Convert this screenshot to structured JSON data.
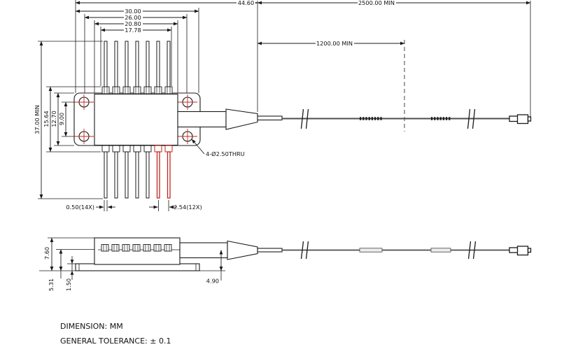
{
  "title": "Butterfly laser package outline drawing",
  "top_view": {
    "h_dims": [
      "44.60",
      "30.00",
      "26.00",
      "20.80",
      "17.78"
    ],
    "v_dims": [
      "37.00 MIN",
      "15.64",
      "12.70",
      "9.00"
    ],
    "hole_callout": "4-Ø2.50THRU",
    "pin_width_dim": "0.50(14X)",
    "pin_pitch_dim": "2.54(12X)"
  },
  "cable": {
    "length_dims": [
      "2500.00 MIN",
      "1200.00 MIN"
    ]
  },
  "side_view": {
    "dims": [
      "7.60",
      "5.31",
      "1.50",
      "4.90"
    ]
  },
  "notes": {
    "dimension_unit": "DIMENSION: MM",
    "general_tolerance": "GENERAL TOLERANCE: ± 0.1"
  },
  "colors": {
    "line": "#1a1a1a",
    "highlight_red": "#c0271f",
    "fiber_gray": "#4d4d4d"
  }
}
